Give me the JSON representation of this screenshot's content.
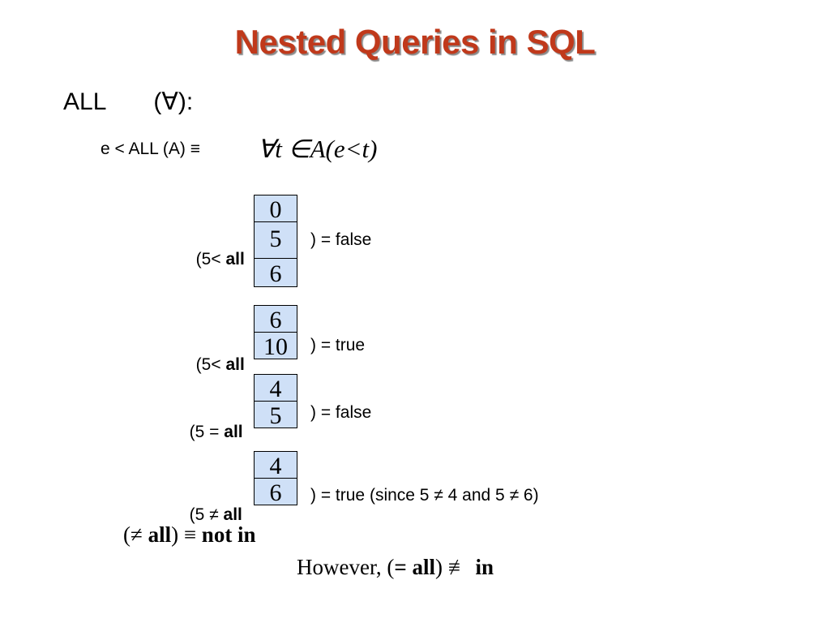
{
  "slide": {
    "title": "Nested Queries in SQL",
    "heading_keyword": "ALL",
    "heading_symbol": "(∀):",
    "definition_lhs": "e <  ALL (A) ≡",
    "definition_rhs": "∀t  ∈A(e<t)",
    "examples": [
      {
        "expr_prefix": "(5< ",
        "expr_keyword": "all",
        "values": [
          "0",
          "5",
          "6"
        ],
        "result": ") = false"
      },
      {
        "expr_prefix": "(5< ",
        "expr_keyword": "all",
        "values": [
          "6",
          "10"
        ],
        "result": ") = true"
      },
      {
        "expr_prefix": "(5 = ",
        "expr_keyword": "all",
        "values": [
          "4",
          "5"
        ],
        "result": ") = false"
      },
      {
        "expr_prefix": "(5 ≠ ",
        "expr_keyword": "all",
        "values": [
          "4",
          "6"
        ],
        "result": ") = true (since 5 ≠ 4 and 5 ≠ 6)"
      }
    ],
    "equiv1_open": "(≠ ",
    "equiv1_kw1": "all",
    "equiv1_mid": ") ≡ ",
    "equiv1_kw2": "not in",
    "equiv2_prefix": "However, (",
    "equiv2_kw1": "= all",
    "equiv2_mid": ") ≢ ",
    "equiv2_kw2": "in",
    "colors": {
      "title": "#c0391b",
      "box_fill": "#cfe0f7"
    }
  }
}
